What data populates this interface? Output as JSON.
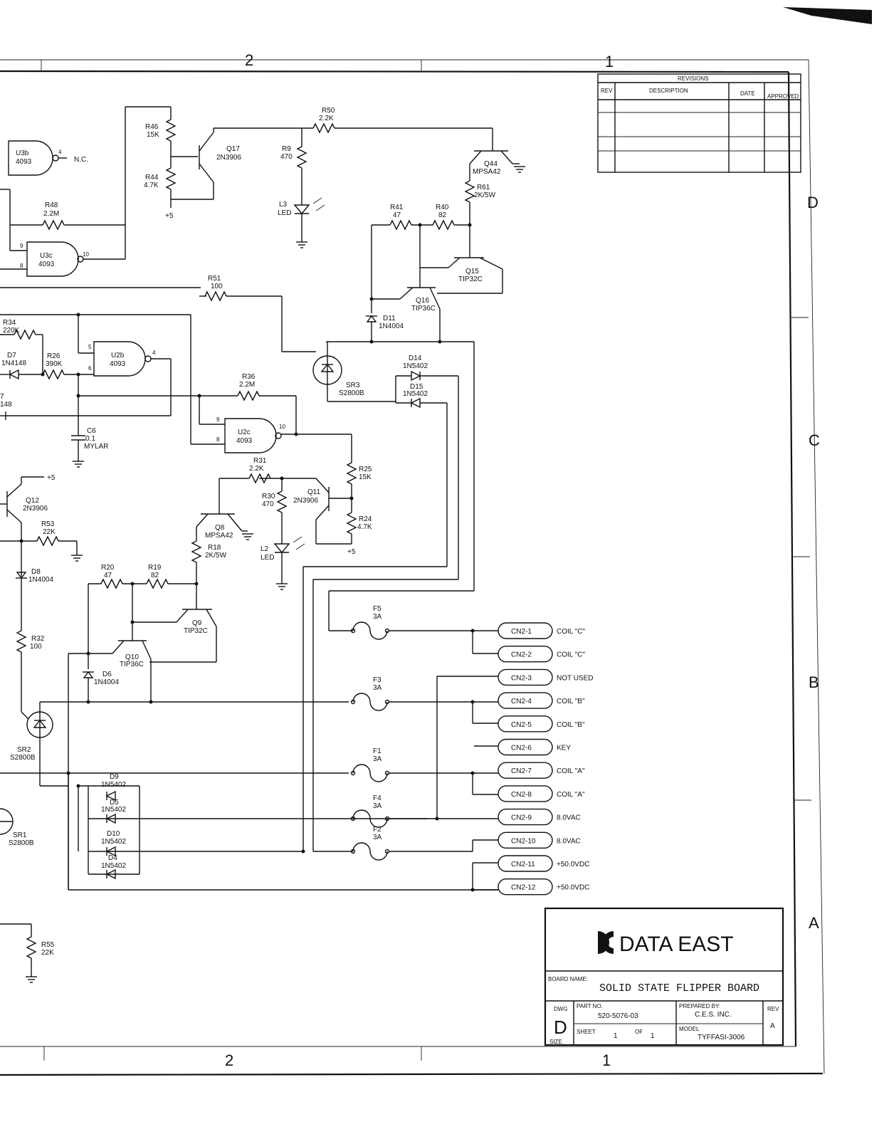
{
  "zones": {
    "top": [
      "2",
      "1"
    ],
    "bottom": [
      "2",
      "1"
    ],
    "right": [
      "D",
      "C",
      "B",
      "A"
    ]
  },
  "revisions": {
    "title": "REVISIONS",
    "headers": [
      "REV",
      "DESCRIPTION",
      "DATE",
      "APPROVED"
    ]
  },
  "components": {
    "U3b": {
      "ref": "U3b",
      "part": "4093",
      "pin": "4",
      "note": "N.C."
    },
    "U3c": {
      "ref": "U3c",
      "part": "4093",
      "pin_a": "9",
      "pin_b": "8",
      "pin_out": "10"
    },
    "U2b": {
      "ref": "U2b",
      "part": "4093",
      "pin_a": "5",
      "pin_b": "6",
      "pin_out": "4"
    },
    "U2c": {
      "ref": "U2c",
      "part": "4093",
      "pin_a": "9",
      "pin_b": "8",
      "pin_out": "10"
    },
    "R46": {
      "ref": "R46",
      "value": "15K"
    },
    "R44": {
      "ref": "R44",
      "value": "4.7K"
    },
    "R48": {
      "ref": "R48",
      "value": "2.2M"
    },
    "R50": {
      "ref": "R50",
      "value": "2.2K"
    },
    "R9": {
      "ref": "R9",
      "value": "470"
    },
    "R61": {
      "ref": "R61",
      "value": "2K/5W"
    },
    "R41": {
      "ref": "R41",
      "value": "47"
    },
    "R40": {
      "ref": "R40",
      "value": "82"
    },
    "R51": {
      "ref": "R51",
      "value": "100"
    },
    "R34": {
      "ref": "R34",
      "value": "220K"
    },
    "R26": {
      "ref": "R26",
      "value": "390K"
    },
    "R36": {
      "ref": "R36",
      "value": "2.2M"
    },
    "R31": {
      "ref": "R31",
      "value": "2.2K"
    },
    "R30": {
      "ref": "R30",
      "value": "470"
    },
    "R25": {
      "ref": "R25",
      "value": "15K"
    },
    "R24": {
      "ref": "R24",
      "value": "4.7K"
    },
    "R53": {
      "ref": "R53",
      "value": "22K"
    },
    "R18": {
      "ref": "R18",
      "value": "2K/5W"
    },
    "R20": {
      "ref": "R20",
      "value": "47"
    },
    "R19": {
      "ref": "R19",
      "value": "82"
    },
    "R32": {
      "ref": "R32",
      "value": "100"
    },
    "R55": {
      "ref": "R55",
      "value": "22K"
    },
    "Q17": {
      "ref": "Q17",
      "part": "2N3906"
    },
    "Q44": {
      "ref": "Q44",
      "part": "MPSA42"
    },
    "Q15": {
      "ref": "Q15",
      "part": "TIP32C"
    },
    "Q16": {
      "ref": "Q16",
      "part": "TIP36C"
    },
    "Q12": {
      "ref": "Q12",
      "part": "2N3906"
    },
    "Q11": {
      "ref": "Q11",
      "part": "2N3906"
    },
    "Q8": {
      "ref": "Q8",
      "part": "MPSA42"
    },
    "Q9": {
      "ref": "Q9",
      "part": "TIP32C"
    },
    "Q10": {
      "ref": "Q10",
      "part": "TIP36C"
    },
    "L3": {
      "ref": "L3",
      "part": "LED"
    },
    "L2": {
      "ref": "L2",
      "part": "LED"
    },
    "D7": {
      "ref": "D7",
      "part": "1N4148"
    },
    "D7b": {
      "ref": "7",
      "part": "148"
    },
    "D11": {
      "ref": "D11",
      "part": "1N4004"
    },
    "D8": {
      "ref": "D8",
      "part": "1N4004"
    },
    "D6": {
      "ref": "D6",
      "part": "1N4004"
    },
    "D14": {
      "ref": "D14",
      "part": "1N5402"
    },
    "D15": {
      "ref": "D15",
      "part": "1N5402"
    },
    "D9": {
      "ref": "D9",
      "part": "1N5402"
    },
    "D5": {
      "ref": "D5",
      "part": "1N5402"
    },
    "D10": {
      "ref": "D10",
      "part": "1N5402"
    },
    "D4": {
      "ref": "D4",
      "part": "1N5402"
    },
    "C6": {
      "ref": "C6",
      "value": "0.1",
      "type": "MYLAR"
    },
    "SR3": {
      "ref": "SR3",
      "part": "S2800B"
    },
    "SR2": {
      "ref": "SR2",
      "part": "S2800B"
    },
    "SR1": {
      "ref": "SR1",
      "part": "S2800B"
    },
    "F5": {
      "ref": "F5",
      "rating": "3A"
    },
    "F3": {
      "ref": "F3",
      "rating": "3A"
    },
    "F1": {
      "ref": "F1",
      "rating": "3A"
    },
    "F4": {
      "ref": "F4",
      "rating": "3A"
    },
    "F2": {
      "ref": "F2",
      "rating": "3A"
    }
  },
  "rail_labels": {
    "plus5": "+5"
  },
  "connectors": [
    {
      "id": "CN2-1",
      "label": "COIL \"C\""
    },
    {
      "id": "CN2-2",
      "label": "COIL \"C\""
    },
    {
      "id": "CN2-3",
      "label": "NOT USED"
    },
    {
      "id": "CN2-4",
      "label": "COIL \"B\""
    },
    {
      "id": "CN2-5",
      "label": "COIL \"B\""
    },
    {
      "id": "CN2-6",
      "label": "KEY"
    },
    {
      "id": "CN2-7",
      "label": "COIL \"A\""
    },
    {
      "id": "CN2-8",
      "label": "COIL \"A\""
    },
    {
      "id": "CN2-9",
      "label": "8.0VAC"
    },
    {
      "id": "CN2-10",
      "label": "8.0VAC"
    },
    {
      "id": "CN2-11",
      "label": "+50.0VDC"
    },
    {
      "id": "CN2-12",
      "label": "+50.0VDC"
    }
  ],
  "title_block": {
    "company": "DATA EAST",
    "board_name_label": "BOARD NAME:",
    "board_name": "SOLID STATE FLIPPER BOARD",
    "dwg_label": "DWG",
    "size_label": "SIZE",
    "size": "D",
    "part_no_label": "PART NO.",
    "part_no": "520-5076-03",
    "prepared_label": "PREPARED BY:",
    "prepared_by": "C.E.S. INC.",
    "rev_label": "REV",
    "rev": "A",
    "sheet_label": "SHEET",
    "sheet": "1",
    "of_label": "OF",
    "of": "1",
    "model_label": "MODEL",
    "model": "TYFFASI-3006"
  }
}
